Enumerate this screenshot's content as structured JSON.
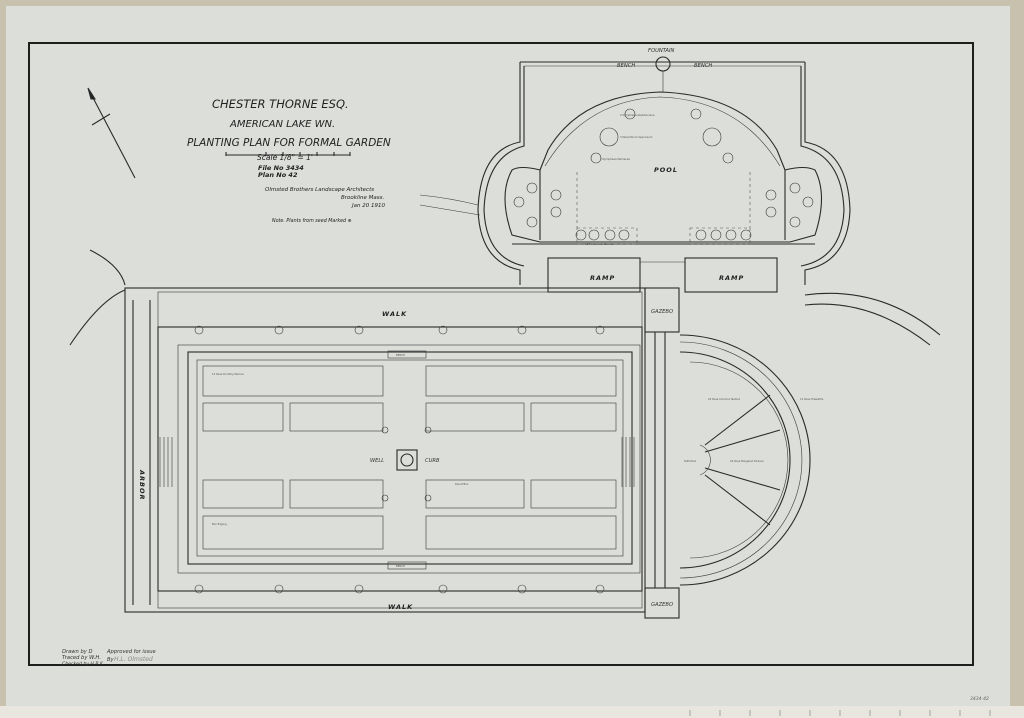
{
  "title_block": {
    "owner": "CHESTER THORNE ESQ.",
    "location": "AMERICAN LAKE WN.",
    "plan_title": "PLANTING PLAN FOR FORMAL GARDEN",
    "scale": "Scale 1/8\" = 1'",
    "file_no": "File No 3434",
    "plan_no": "Plan No 42",
    "firm": "Olmsted Brothers   Landscape Architects",
    "firm_city": "Brookline Mass.",
    "date": "Jan 20 1910",
    "note": "Note.   Plants from seed Marked ⊕"
  },
  "signoff": {
    "drawn_by": "Drawn by D",
    "traced_by": "Traced by W.H.",
    "checked_by": "Checked by H.B.K.",
    "approved": "Approved for issue",
    "approved_by": "By",
    "signature": "H.L. Olmsted"
  },
  "labels": {
    "fountain": "FOUNTAIN",
    "bench_left": "BENCH",
    "bench_right": "BENCH",
    "pool": "POOL",
    "ramp_left": "RAMP",
    "ramp_right": "RAMP",
    "walk_top": "WALK",
    "walk_bottom": "WALK",
    "arbor": "ARBOR",
    "well": "WELL",
    "curb": "CURB",
    "bench_center_top": "BENCH",
    "bench_center_bottom": "BENCH",
    "gazebo_top": "GAZEBO",
    "gazebo_bottom": "GAZEBO",
    "sun_dial": "SUN DIAL"
  },
  "plant_notes": [
    "2 Nymphaea Gladstoniana",
    "3 Nelumbium Speciosum",
    "2 Nymphaea Marliacea",
    "12 Pontederia Cordata",
    "12 Rose Dorothy Perkins",
    "24 Rose Carolina Testout",
    "24 Rose Margaret Dickson",
    "Dwarf Box",
    "Box Edging",
    "12 Rose Hiawatha"
  ],
  "catalog_number": "3434-42",
  "colors": {
    "paper": "#dcdeda",
    "ink": "#2a2a2a",
    "margin": "#c8c1ad"
  }
}
